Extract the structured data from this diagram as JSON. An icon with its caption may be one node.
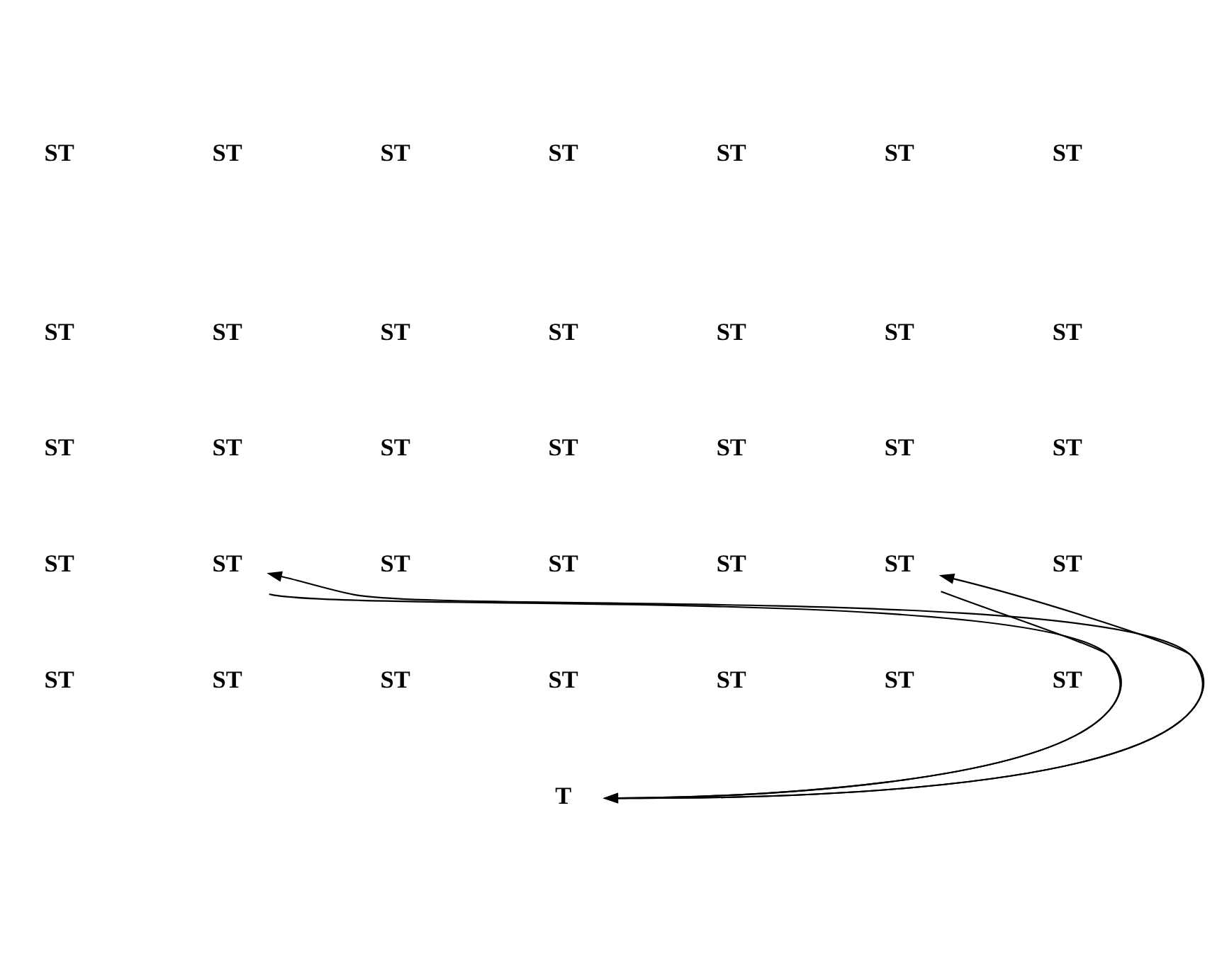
{
  "diagram": {
    "nodes": [
      {
        "text": [
          "ST"
        ]
      },
      {
        "text": [
          "ST"
        ]
      },
      {
        "text": [
          "T"
        ]
      }
    ],
    "edges": [
      {
        "from": 0,
        "to": 2,
        "arrow": "to"
      },
      {
        "from": 2,
        "to": 0,
        "arrow": "to"
      },
      {
        "from": 1,
        "to": 2,
        "arrow": "to"
      },
      {
        "from": 2,
        "to": 1,
        "arrow": "to"
      }
    ],
    "labels": [
      "ST",
      "ST",
      "ST",
      "ST",
      "ST",
      "ST",
      "ST",
      "ST",
      "ST",
      "ST",
      "ST",
      "ST",
      "ST",
      "ST",
      "ST",
      "ST",
      "ST",
      "ST",
      "ST",
      "ST",
      "ST",
      "ST",
      "ST",
      "ST",
      "ST",
      "ST",
      "ST",
      "ST",
      "ST",
      "ST",
      "ST",
      "ST",
      "ST"
    ]
  }
}
